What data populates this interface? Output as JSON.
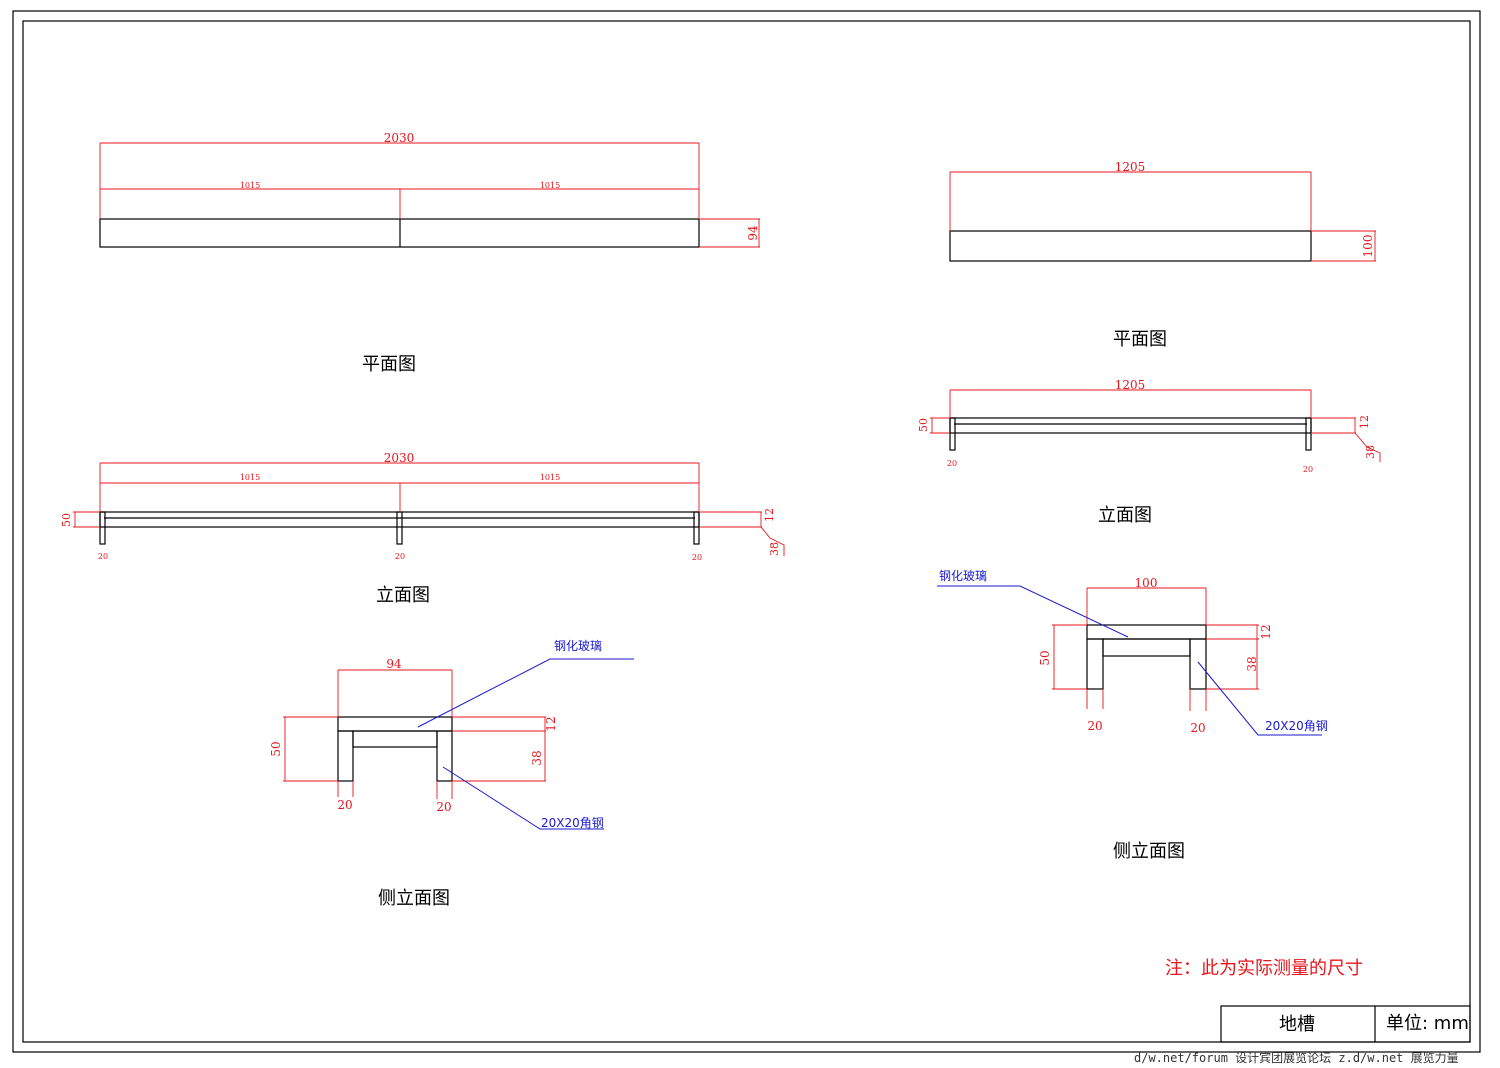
{
  "captions": {
    "plan_left": "平面图",
    "elev_left": "立面图",
    "side_left": "侧立面图",
    "plan_right": "平面图",
    "elev_right": "立面图",
    "side_right": "侧立面图"
  },
  "dims": {
    "d2030": "2030",
    "d1015": "1015",
    "d94": "94",
    "d1205": "1205",
    "d100": "100",
    "d50": "50",
    "d12": "12",
    "d38": "38",
    "d20": "20"
  },
  "labels": {
    "glass": "钢化玻璃",
    "angle_steel": "20X20角钢"
  },
  "note": "注：此为实际测量的尺寸",
  "title_block": {
    "name": "地槽",
    "unit": "单位: mm"
  },
  "watermark": "d/w.net/forum 设计宾团展览论坛  z.d/w.net 展览力量"
}
